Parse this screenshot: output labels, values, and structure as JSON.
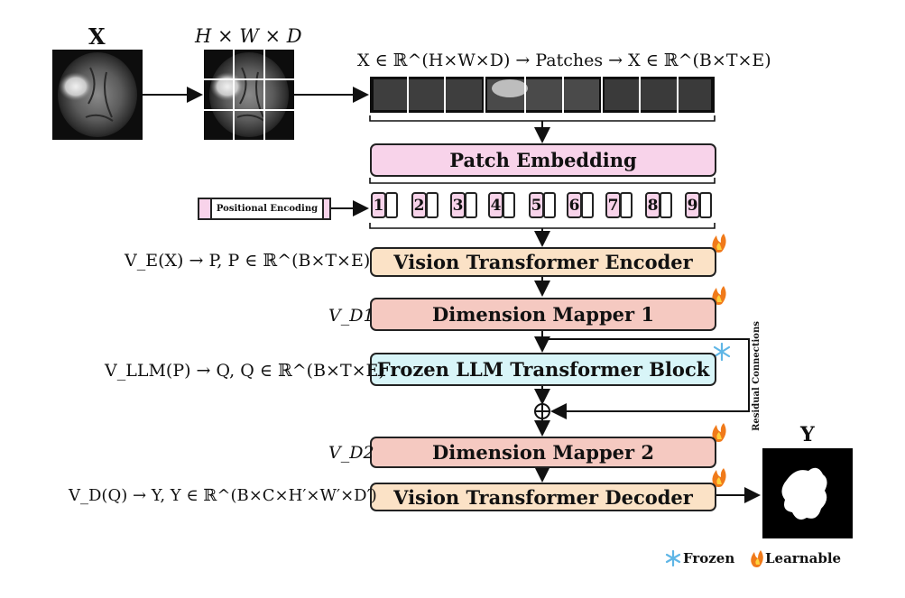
{
  "input": {
    "title": "X",
    "grid_title": "H × W × D"
  },
  "patches_header": "X ∈ ℝ^(H×W×D) → Patches → X ∈ ℝ^(B×T×E)",
  "blocks": {
    "patch_embedding": "Patch Embedding",
    "positional_encoding": "Positional Encoding",
    "vit_encoder": "Vision Transformer Encoder",
    "dim_mapper_1": "Dimension Mapper 1",
    "frozen_llm": "Frozen LLM Transformer Block",
    "dim_mapper_2": "Dimension Mapper 2",
    "vit_decoder": "Vision Transformer Decoder"
  },
  "tokens": [
    "1",
    "2",
    "3",
    "4",
    "5",
    "6",
    "7",
    "8",
    "9"
  ],
  "equations": {
    "encoder": "V_E(X) → P, P ∈ ℝ^(B×T×E)",
    "mapper1": "V_D1",
    "llm": "V_LLM(P) → Q, Q ∈ ℝ^(B×T×E)",
    "mapper2": "V_D2",
    "decoder": "V_D(Q) → Y, Y ∈ ℝ^(B×C×H′×W′×D′)"
  },
  "residual_label": "Residual Connections",
  "output": {
    "title": "Y"
  },
  "legend": {
    "frozen": "Frozen",
    "learnable": "Learnable"
  },
  "icons": {
    "learnable": "fire-icon",
    "frozen": "snowflake-icon"
  },
  "colors": {
    "patch_embedding": "#f8d3ea",
    "encoder_decoder": "#fbe2c6",
    "mapper": "#f5c9c1",
    "llm": "#d8f5f8",
    "fire": "#f07a1a",
    "snow": "#5fb6e6"
  }
}
